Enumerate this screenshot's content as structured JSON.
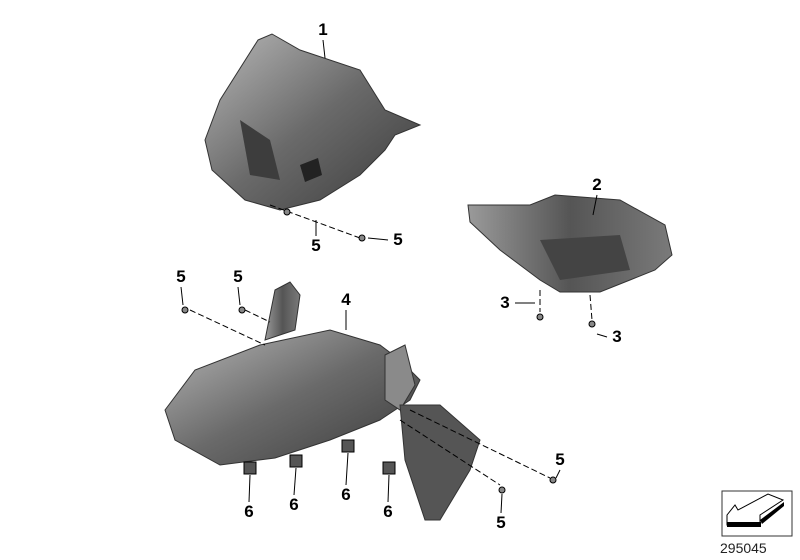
{
  "diagram": {
    "callouts": [
      {
        "id": "c1",
        "label": "1"
      },
      {
        "id": "c2",
        "label": "2"
      },
      {
        "id": "c3",
        "label": "5"
      },
      {
        "id": "c4",
        "label": "5"
      },
      {
        "id": "c5",
        "label": "5"
      },
      {
        "id": "c6",
        "label": "5"
      },
      {
        "id": "c7",
        "label": "4"
      },
      {
        "id": "c8",
        "label": "3"
      },
      {
        "id": "c9",
        "label": "3"
      },
      {
        "id": "c10",
        "label": "5"
      },
      {
        "id": "c11",
        "label": "6"
      },
      {
        "id": "c12",
        "label": "6"
      },
      {
        "id": "c13",
        "label": "6"
      },
      {
        "id": "c14",
        "label": "6"
      },
      {
        "id": "c15",
        "label": "5"
      }
    ],
    "reference_number": "295045",
    "view_icon": "arrow-view-direction-icon",
    "part_color": "#6f6f6f"
  }
}
